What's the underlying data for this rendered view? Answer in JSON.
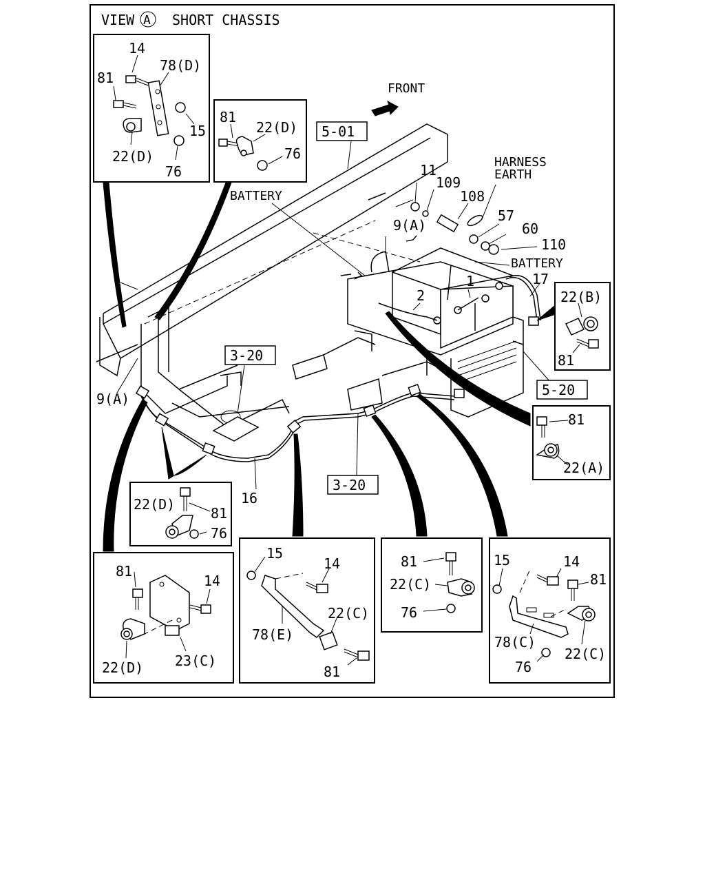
{
  "header": {
    "view_prefix": "VIEW",
    "view_letter": "A",
    "title": "SHORT CHASSIS"
  },
  "labels": {
    "front": "FRONT",
    "battery_left": "BATTERY",
    "battery_right": "BATTERY",
    "harness": "HARNESS",
    "earth": "EARTH",
    "ref_501": "5-01",
    "ref_520": "5-20",
    "ref_320a": "3-20",
    "ref_320b": "3-20",
    "p11": "11",
    "p109": "109",
    "p108": "108",
    "p57": "57",
    "p60": "60",
    "p110": "110",
    "p17": "17",
    "p1": "1",
    "p2": "2",
    "p9a_top": "9(A)",
    "p9a_left": "9(A)",
    "p16": "16"
  },
  "insets": {
    "a": {
      "p14": "14",
      "p78d": "78(D)",
      "p81": "81",
      "p15": "15",
      "p22d": "22(D)",
      "p76": "76"
    },
    "b": {
      "p81": "81",
      "p22d": "22(D)",
      "p76": "76"
    },
    "c": {
      "p22b": "22(B)",
      "p81": "81"
    },
    "d": {
      "p81": "81",
      "p22a": "22(A)"
    },
    "e": {
      "p22d": "22(D)",
      "p81": "81",
      "p76": "76"
    },
    "f": {
      "p81": "81",
      "p14": "14",
      "p22d": "22(D)",
      "p23c": "23(C)"
    },
    "g": {
      "p15": "15",
      "p14": "14",
      "p78e": "78(E)",
      "p22c": "22(C)",
      "p81": "81"
    },
    "h": {
      "p81": "81",
      "p22c": "22(C)",
      "p76": "76"
    },
    "i": {
      "p15": "15",
      "p14": "14",
      "p81": "81",
      "p78c": "78(C)",
      "p22c": "22(C)",
      "p76": "76"
    }
  }
}
